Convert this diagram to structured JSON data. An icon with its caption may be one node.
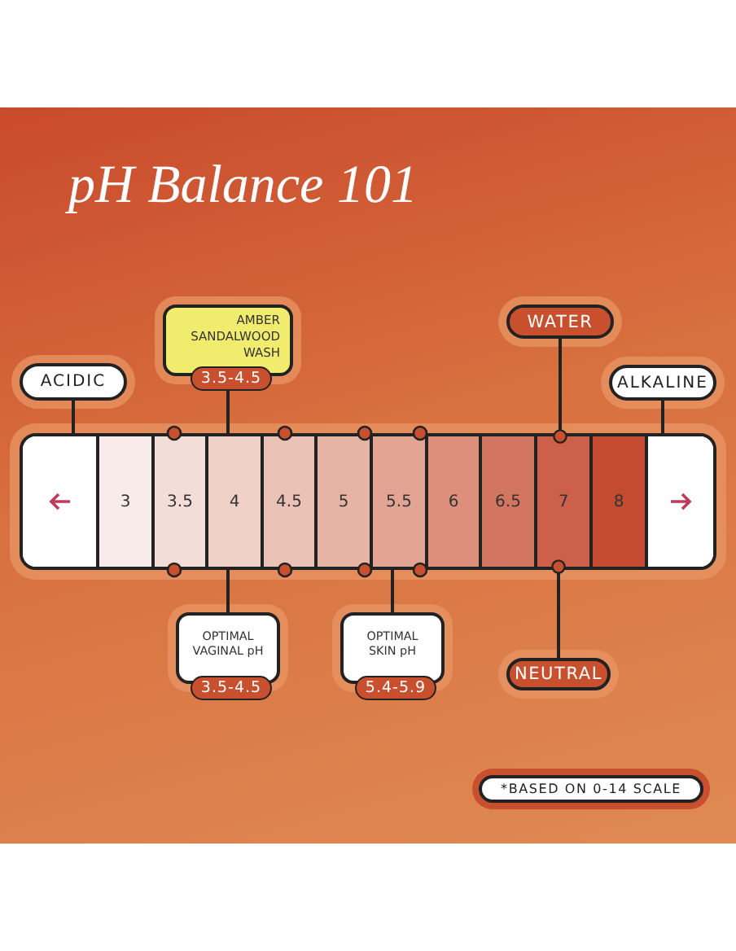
{
  "diagram": {
    "title": "pH Balance 101",
    "nodes": [
      {
        "text": [
          "ACIDIC"
        ]
      },
      {
        "text": [
          "AMBER SANDALWOOD WASH",
          "3.5-4.5"
        ]
      },
      {
        "text": [
          "WATER"
        ]
      },
      {
        "text": [
          "ALKALINE"
        ]
      },
      {
        "text": [],
        "shape": "bar"
      },
      {
        "text": [],
        "shape": "box",
        "in": 4
      },
      {
        "text": [
          "3"
        ],
        "in": 4
      },
      {
        "text": [
          "3.5"
        ],
        "in": 4
      },
      {
        "text": [
          "4"
        ],
        "in": 4
      },
      {
        "text": [
          "4.5"
        ],
        "in": 4
      },
      {
        "text": [
          "5"
        ],
        "in": 4
      },
      {
        "text": [
          "5.5"
        ],
        "in": 4
      },
      {
        "text": [
          "6"
        ],
        "in": 4
      },
      {
        "text": [
          "6.5"
        ],
        "in": 4
      },
      {
        "text": [
          "7"
        ],
        "in": 4
      },
      {
        "text": [
          "8"
        ],
        "in": 4
      },
      {
        "text": [],
        "shape": "box",
        "in": 4
      },
      {
        "text": [
          "OPTIMAL VAGINAL pH",
          "3.5-4.5"
        ]
      },
      {
        "text": [
          "OPTIMAL SKIN pH",
          "5.4-5.9"
        ]
      },
      {
        "text": [
          "NEUTRAL"
        ]
      },
      {
        "text": [
          "*BASED ON 0-14 SCALE"
        ]
      }
    ],
    "edges": [
      {
        "from": 0,
        "to": 5,
        "arrow": "none"
      },
      {
        "from": 1,
        "to": 8,
        "arrow": "none"
      },
      {
        "from": 2,
        "to": 14,
        "arrow": "other"
      },
      {
        "from": 3,
        "to": 16,
        "arrow": "none"
      },
      {
        "from": 17,
        "to": 8,
        "arrow": "none"
      },
      {
        "from": 18,
        "to": 11,
        "arrow": "none"
      },
      {
        "from": 19,
        "to": 14,
        "arrow": "other"
      }
    ]
  }
}
